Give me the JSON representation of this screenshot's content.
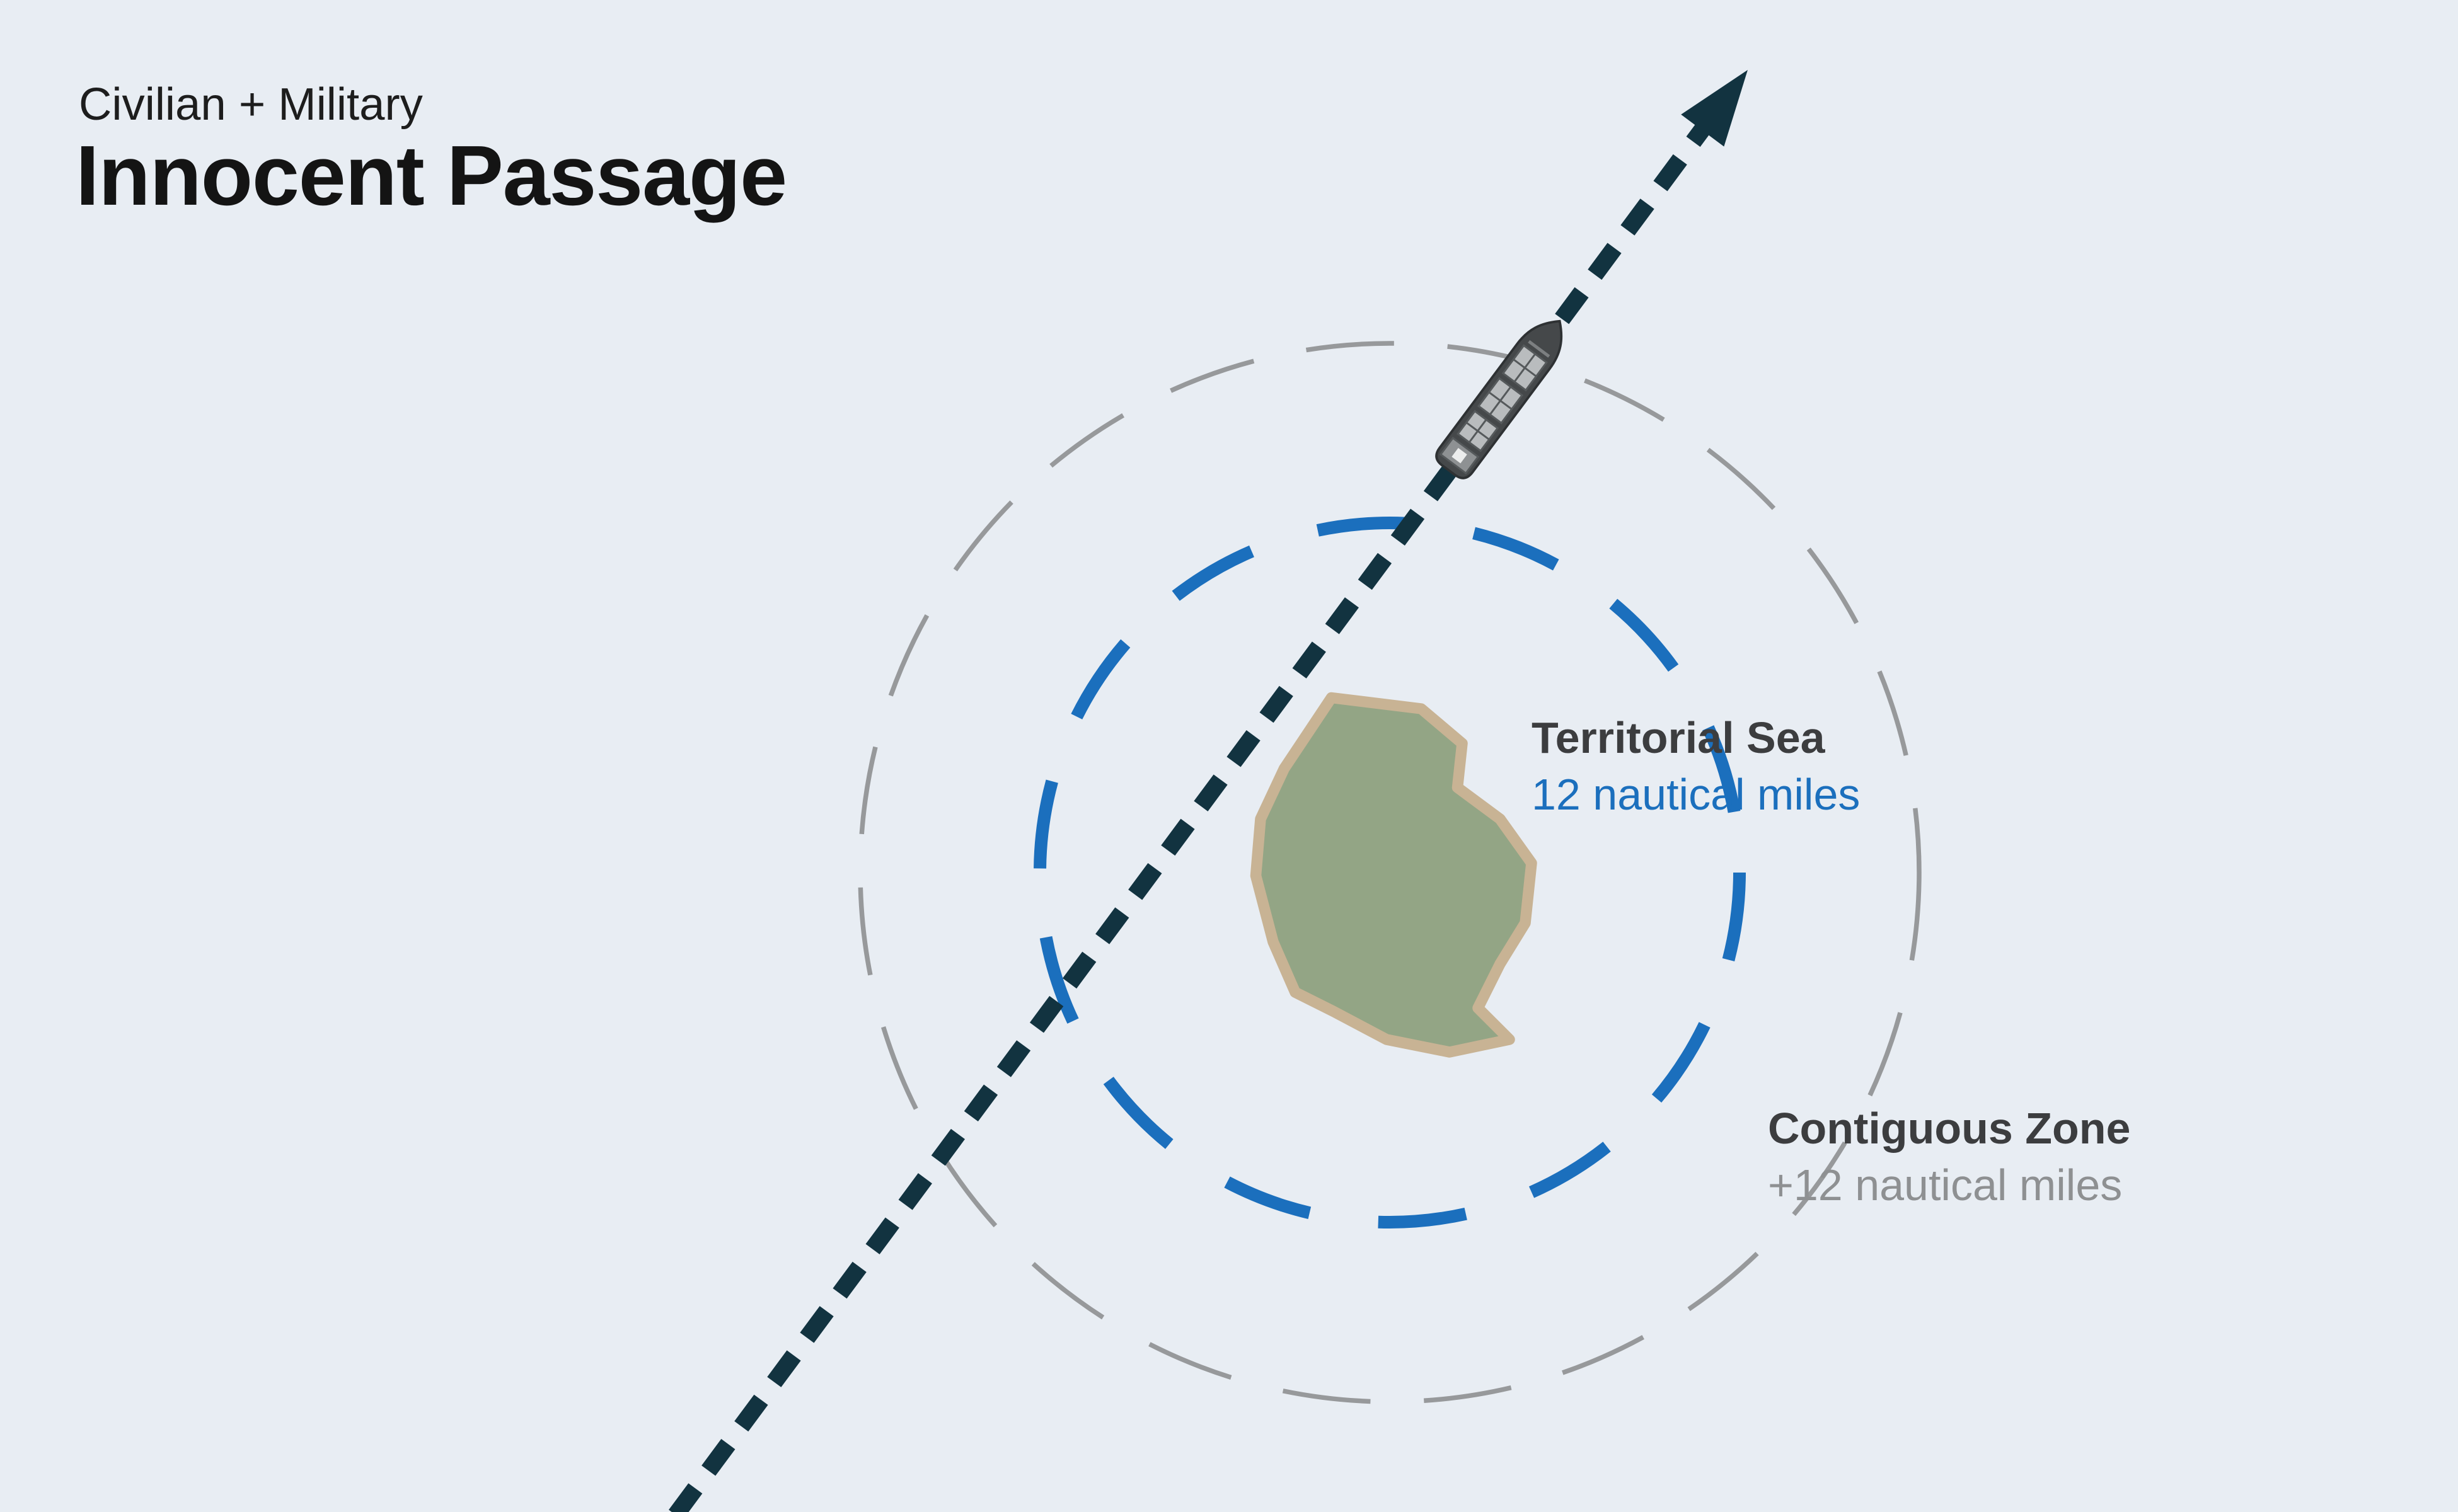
{
  "header": {
    "subtitle": "Civilian + Military",
    "title": "Innocent Passage"
  },
  "zones": {
    "territorial_sea": {
      "label": "Territorial Sea",
      "distance": "12 nautical miles"
    },
    "contiguous_zone": {
      "label": "Contiguous Zone",
      "distance": "+12 nautical miles"
    }
  },
  "icons": {
    "ship": "cargo-ship-icon",
    "route_arrow": "route-arrow-icon"
  },
  "colors": {
    "background": "#e8edf3",
    "territorial_sea": "#1b6fbd",
    "contiguous_zone": "#97999b",
    "route": "#123340",
    "island_fill": "#93a585",
    "island_stroke": "#c8b394",
    "title_text": "#141414",
    "subtitle_text": "#1d1d1d",
    "label_dark": "#3c3d3f",
    "label_muted": "#8e9092"
  }
}
